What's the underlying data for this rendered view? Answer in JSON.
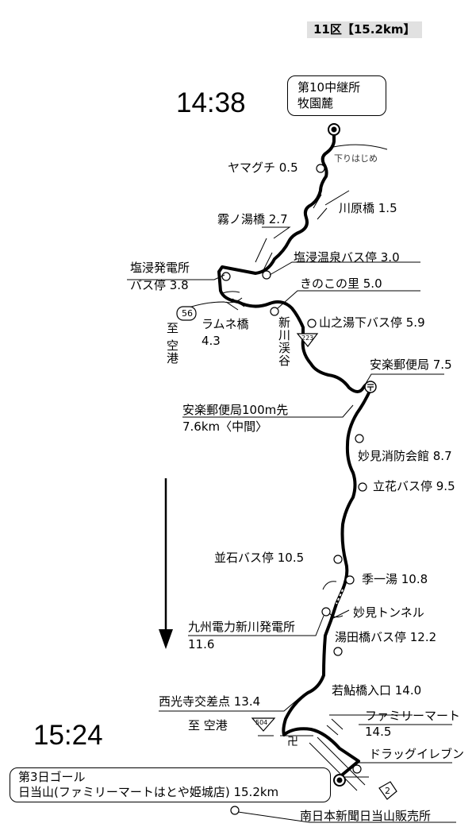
{
  "section": "11区【15.2km】",
  "start": {
    "time": "14:38",
    "line1": "第10中継所",
    "line2": "牧園麓"
  },
  "goal": {
    "time": "15:24",
    "line1": "第3日ゴール",
    "line2": "日当山(ファミリーマートはとや姫城店) 15.2km"
  },
  "down_start": "下りはじめ",
  "labels": {
    "yamaguchi": "ヤマグチ 0.5",
    "kawarabashi": "川原橋 1.5",
    "kirinoyubashi": "霧ノ湯橋 2.7",
    "shiohitashi_onsen_bus": "塩浸温泉バス停 3.0",
    "shiohitashi_power_1": "塩浸発電所",
    "shiohitashi_power_2": "バス停 3.8",
    "kinoko": "きのこの里 5.0",
    "ramune_1": "ラムネ橋",
    "ramune_2": "4.3",
    "yamanoyu_bus": "山之湯下バス停 5.9",
    "anraku_post": "安楽郵便局 7.5",
    "midpoint_1": "安楽郵便局100m先",
    "midpoint_2": "7.6km〈中間〉",
    "myoken_fire": "妙見消防会館 8.7",
    "tachibana_bus": "立花バス停 9.5",
    "namiishi_bus": "並石バス停 10.5",
    "kiichiyu": "季一湯 10.8",
    "myoken_tunnel": "妙見トンネル",
    "kyushu_power_1": "九州電力新川発電所",
    "kyushu_power_2": "11.6",
    "yudabashi_bus": "湯田橋バス停 12.2",
    "wakaayu": "若鮎橋入口 14.0",
    "saikoji": "西光寺交差点 13.4",
    "familymart_1": "ファミリーマート",
    "familymart_2": "14.5",
    "drug_eleven": "ドラッグイレブン",
    "minami_nihon": "南日本新聞日当山販売所",
    "to_airport_1": "至 空港",
    "to_airport_2": "至 空港",
    "shinkawa_valley": "新川渓谷"
  },
  "routes": {
    "r56": "56",
    "r223": "223",
    "r504": "504",
    "r2": "2"
  },
  "colors": {
    "route": "#000000",
    "title_bg": "#e1e1e1"
  }
}
